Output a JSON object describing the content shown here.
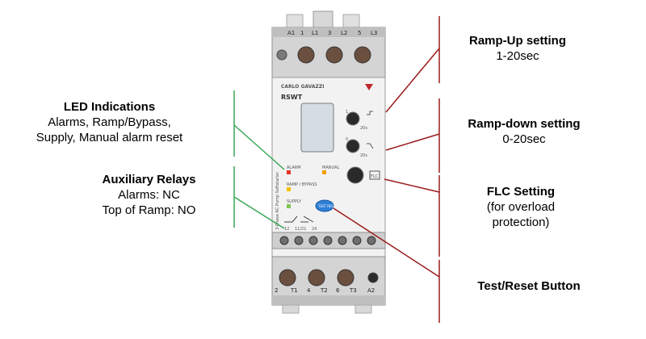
{
  "callouts": {
    "ramp_up": {
      "title": "Ramp-Up setting",
      "detail": "1-20sec"
    },
    "ramp_down": {
      "title": "Ramp-down setting",
      "detail": "0-20sec"
    },
    "flc": {
      "title": "FLC Setting",
      "detail_1": "(for overload",
      "detail_2": "protection)"
    },
    "test_reset": {
      "title": "Test/Reset Button"
    },
    "led": {
      "title": "LED Indications",
      "detail_1": "Alarms, Ramp/Bypass,",
      "detail_2": "Supply, Manual alarm reset"
    },
    "aux": {
      "title": "Auxiliary Relays",
      "detail_1": "Alarms: NC",
      "detail_2": "Top of Ramp: NO"
    }
  },
  "device": {
    "brand": "CARLO GAVAZZI",
    "model": "RSWT",
    "side_text": "3-Phase AC Pump Softstarter",
    "top_terminals": [
      "A1",
      "1",
      "L1",
      "3",
      "L2",
      "5",
      "L3"
    ],
    "bottom_terminals": [
      "2",
      "T1",
      "4",
      "T2",
      "6",
      "T3",
      "A2"
    ],
    "relay_terminals": [
      "12",
      "11/21",
      "24"
    ],
    "leds": [
      {
        "label": "ALARM",
        "color": "#e8312a"
      },
      {
        "label": "MANUAL",
        "color": "#f5a000"
      },
      {
        "label": "RAMP / BYPASS",
        "color": "#f5c000"
      },
      {
        "label": "SUPPLY",
        "color": "#7ec850"
      }
    ],
    "button_label": "TEST RESET",
    "dial_labels": [
      "1",
      "20s",
      "0",
      "20s"
    ],
    "flc_label": "FLC"
  },
  "colors": {
    "red_line": "#9b1b1b",
    "green_line": "#3aa655",
    "button": "#2e7fd6"
  }
}
